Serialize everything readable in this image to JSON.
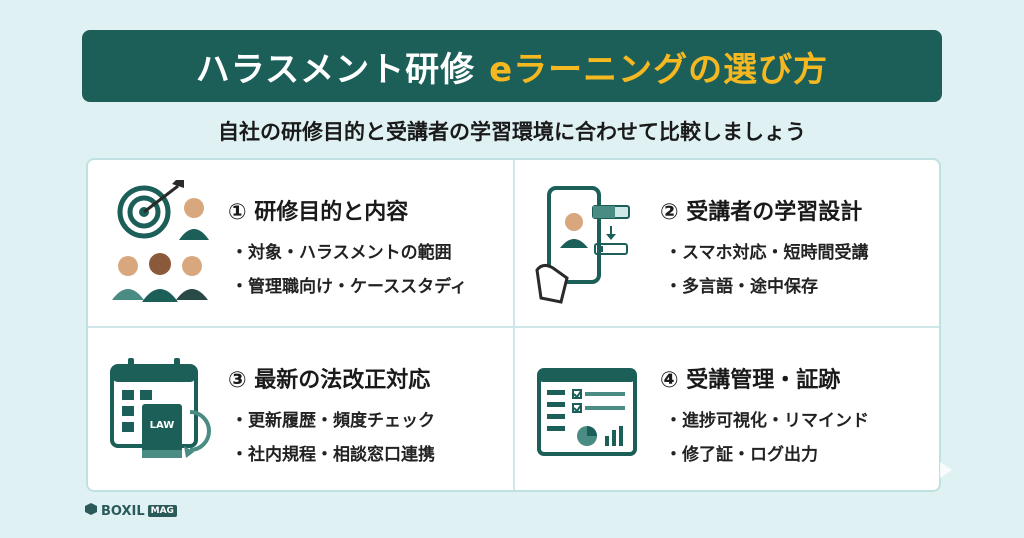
{
  "title": {
    "part1": "ハラスメント研修",
    "part2": "eラーニングの選び方"
  },
  "subtitle": "自社の研修目的と受講者の学習環境に合わせて比較しましょう",
  "cards": [
    {
      "heading": "① 研修目的と内容",
      "bullets": [
        "・対象・ハラスメントの範囲",
        "・管理職向け・ケーススタディ"
      ],
      "icon": "target-people-icon"
    },
    {
      "heading": "② 受講者の学習設計",
      "bullets": [
        "・スマホ対応・短時間受講",
        "・多言語・途中保存"
      ],
      "icon": "smartphone-learning-icon"
    },
    {
      "heading": "③ 最新の法改正対応",
      "bullets": [
        "・更新履歴・頻度チェック",
        "・社内規程・相談窓口連携"
      ],
      "icon": "calendar-law-book-icon"
    },
    {
      "heading": "④ 受講管理・証跡",
      "bullets": [
        "・進捗可視化・リマインド",
        "・修了証・ログ出力"
      ],
      "icon": "dashboard-icon"
    }
  ],
  "logo": {
    "text": "BOXIL",
    "badge": "MAG"
  },
  "colors": {
    "primary": "#1c5f59",
    "accent": "#f5b820",
    "background": "#dff1f3"
  }
}
